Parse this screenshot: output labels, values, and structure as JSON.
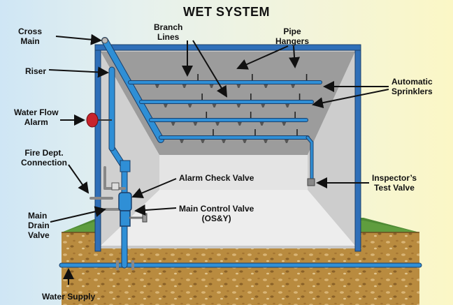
{
  "title": "WET SYSTEM",
  "labels": {
    "cross_main": "Cross\nMain",
    "riser": "Riser",
    "water_flow_alarm": "Water Flow\nAlarm",
    "fire_dept_connection": "Fire Dept.\nConnection",
    "main_drain_valve": "Main\nDrain\nValve",
    "water_supply": "Water Supply",
    "branch_lines": "Branch\nLines",
    "pipe_hangers": "Pipe\nHangers",
    "automatic_sprinklers": "Automatic\nSprinklers",
    "alarm_check_valve": "Alarm Check Valve",
    "main_control_valve": "Main Control Valve\n(OS&Y)",
    "inspectors_test_valve": "Inspector’s\nTest Valve"
  },
  "colors": {
    "pipe": "#2f8fd6",
    "pipe_outline": "#1a3f6a",
    "building_frame": "#2f6fb8",
    "ceiling": "#9a9a9a",
    "room": "#dcdcdc",
    "soil": "#b8883a",
    "grass": "#4e8a34",
    "alarm_red": "#c8232c"
  }
}
